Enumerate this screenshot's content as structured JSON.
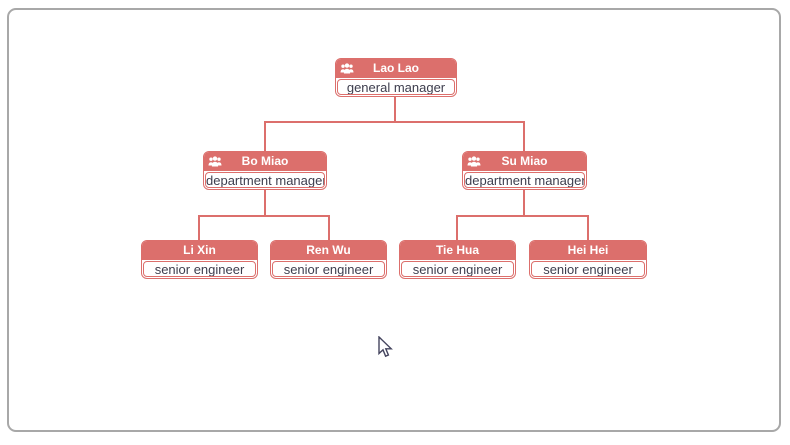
{
  "panel": {
    "border_color": "#a8a8a8",
    "background": "#ffffff"
  },
  "colors": {
    "accent": "#dc6f6c",
    "node_role_text": "#3d3d4d",
    "node_name_text": "#ffffff"
  },
  "org": {
    "nodes": [
      {
        "name": "Lao Lao",
        "role": "general manager",
        "level": 1,
        "has_icon": true
      },
      {
        "name": "Bo Miao",
        "role": "department manager",
        "level": 2,
        "has_icon": true
      },
      {
        "name": "Su Miao",
        "role": "department manager",
        "level": 2,
        "has_icon": true
      },
      {
        "name": "Li Xin",
        "role": "senior engineer",
        "level": 3,
        "has_icon": false
      },
      {
        "name": "Ren Wu",
        "role": "senior engineer",
        "level": 3,
        "has_icon": false
      },
      {
        "name": "Tie Hua",
        "role": "senior engineer",
        "level": 3,
        "has_icon": false
      },
      {
        "name": "Hei Hei",
        "role": "senior engineer",
        "level": 3,
        "has_icon": false
      }
    ],
    "hierarchy": {
      "Lao Lao": [
        "Bo Miao",
        "Su Miao"
      ],
      "Bo Miao": [
        "Li Xin",
        "Ren Wu"
      ],
      "Su Miao": [
        "Tie Hua",
        "Hei Hei"
      ]
    }
  },
  "cursor": {
    "type": "arrow-pointer"
  }
}
